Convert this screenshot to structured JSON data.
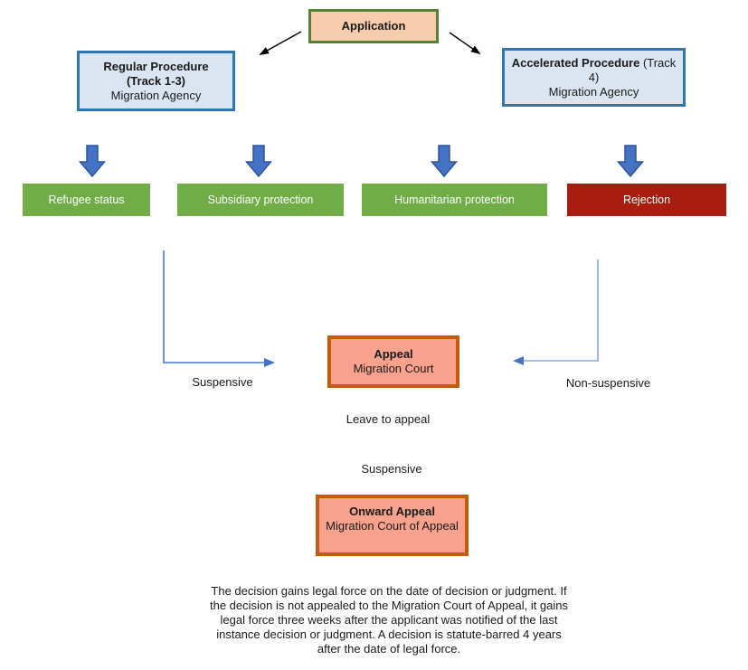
{
  "diagram_title": "Asylum application procedure flowchart",
  "nodes": {
    "application": {
      "label": "Application"
    },
    "regular_procedure": {
      "title": "Regular Procedure\n(Track 1-3)",
      "agency": "Migration Agency"
    },
    "accelerated_procedure": {
      "title_bold": "Accelerated Procedure",
      "title_rest": " (Track 4)",
      "agency": "Migration Agency"
    },
    "outcomes": [
      {
        "label": "Refugee status",
        "color": "#70ad47"
      },
      {
        "label": "Subsidiary protection",
        "color": "#70ad47"
      },
      {
        "label": "Humanitarian protection",
        "color": "#70ad47"
      },
      {
        "label": "Rejection",
        "color": "#a81d0f"
      }
    ],
    "appeal": {
      "title": "Appeal",
      "subtitle": "Migration Court"
    },
    "onward_appeal": {
      "title": "Onward Appeal",
      "subtitle": "Migration Court of Appeal"
    }
  },
  "labels": {
    "suspensive_left": "Suspensive",
    "non_suspensive_right": "Non-suspensive",
    "leave_to_appeal": "Leave to appeal",
    "suspensive_mid": "Suspensive"
  },
  "footnote": "The decision gains legal force on the date of decision or judgment. If\nthe decision is not appealed to the Migration Court of Appeal, it gains\nlegal force three weeks after the applicant was notified of the last\ninstance decision or judgment. A decision is statute-barred 4 years\nafter the date of legal force.",
  "colors": {
    "application_fill": "#f8cbad",
    "application_border": "#538135",
    "procedure_fill": "#dbe5f1",
    "procedure_border": "#2e75b6",
    "outcome_green": "#70ad47",
    "outcome_red": "#a81d0f",
    "appeal_fill": "#f8a18c",
    "appeal_border": "#c55a11",
    "block_arrow_fill": "#4472c4",
    "block_arrow_border": "#2f5496",
    "connector_blue": "#4a79c9",
    "connector_light_blue": "#8aa7dd",
    "split_line_blue": "#5b83c0"
  }
}
